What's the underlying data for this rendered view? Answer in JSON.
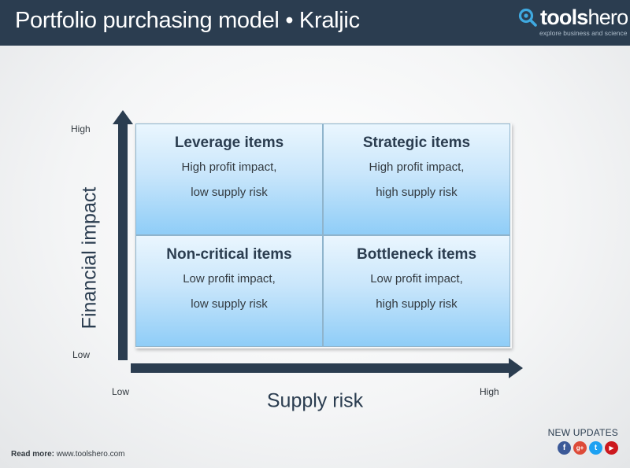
{
  "header": {
    "title": "Portfolio purchasing model • Kraljic",
    "logo_name_bold": "tools",
    "logo_name_light": "hero",
    "logo_tagline": "explore business and science"
  },
  "axes": {
    "y": {
      "title": "Financial impact",
      "high": "High",
      "low": "Low"
    },
    "x": {
      "title": "Supply risk",
      "low": "Low",
      "high": "High"
    }
  },
  "quadrants": [
    {
      "title": "Leverage items",
      "line1": "High profit impact,",
      "line2": "low supply risk"
    },
    {
      "title": "Strategic items",
      "line1": "High profit impact,",
      "line2": "high supply risk"
    },
    {
      "title": "Non-critical items",
      "line1": "Low profit impact,",
      "line2": "low supply risk"
    },
    {
      "title": "Bottleneck items",
      "line1": "Low profit impact,",
      "line2": "high supply risk"
    }
  ],
  "footer": {
    "read_more_label": "Read more:",
    "read_more_url": "www.toolshero.com",
    "updates_label": "NEW UPDATES",
    "social": [
      {
        "icon": "facebook-icon",
        "glyph": "f",
        "color": "#3b5998"
      },
      {
        "icon": "google-plus-icon",
        "glyph": "g+",
        "color": "#dd4b39"
      },
      {
        "icon": "twitter-icon",
        "glyph": "t",
        "color": "#1da1f2"
      },
      {
        "icon": "youtube-icon",
        "glyph": "▶",
        "color": "#cc181e"
      }
    ]
  },
  "colors": {
    "header_bg": "#2b3d50",
    "axis": "#2b3d50",
    "quadrant_top": "#eaf6fe",
    "quadrant_bottom": "#8fcdf7",
    "logo_accent": "#3fa9e0"
  }
}
